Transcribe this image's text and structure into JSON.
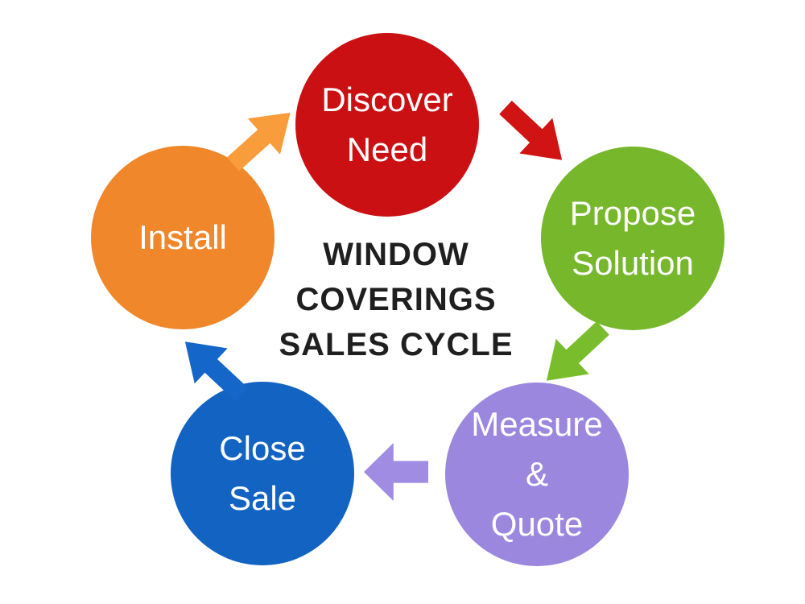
{
  "diagram": {
    "background_color": "#ffffff",
    "title": {
      "lines": [
        "WINDOW",
        "COVERINGS",
        "SALES CYCLE"
      ],
      "color": "#1f1f1f"
    },
    "stages": [
      {
        "name": "discover-need",
        "lines": [
          "Discover",
          "Need"
        ],
        "color": "#CB1013",
        "text_color": "#ffffff",
        "position": "top"
      },
      {
        "name": "propose-solution",
        "lines": [
          "Propose",
          "Solution"
        ],
        "color": "#76B72B",
        "text_color": "#ffffff",
        "position": "right"
      },
      {
        "name": "measure-quote",
        "lines": [
          "Measure",
          "&",
          "Quote"
        ],
        "color": "#9C87DF",
        "text_color": "#ffffff",
        "position": "bottom-right"
      },
      {
        "name": "close-sale",
        "lines": [
          "Close",
          "Sale"
        ],
        "color": "#1263C2",
        "text_color": "#ffffff",
        "position": "bottom-left"
      },
      {
        "name": "install",
        "lines": [
          "Install"
        ],
        "color": "#F0872B",
        "text_color": "#ffffff",
        "position": "left"
      }
    ],
    "arrows": [
      {
        "name": "install-to-discover",
        "direction": "up-right",
        "color": "#F89C3C"
      },
      {
        "name": "discover-to-propose",
        "direction": "down-right",
        "color": "#D01313"
      },
      {
        "name": "propose-to-measure",
        "direction": "down-left",
        "color": "#7ABD2C"
      },
      {
        "name": "measure-to-close",
        "direction": "left",
        "color": "#A18CE4"
      },
      {
        "name": "close-to-install",
        "direction": "up-left",
        "color": "#1566C9"
      }
    ]
  }
}
